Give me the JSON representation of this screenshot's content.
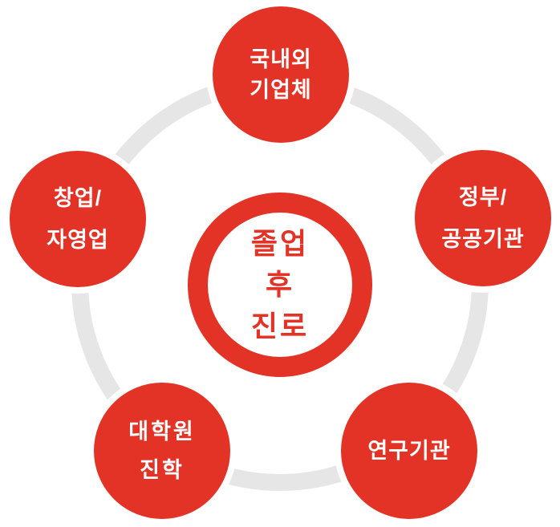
{
  "colors": {
    "node_red": "#e33226",
    "ring_gray": "#e6e6e6",
    "node_text": "#ffffff",
    "center_text": "#e33226",
    "background": "#ffffff"
  },
  "center": {
    "lines": [
      "졸업",
      "후",
      "진로"
    ]
  },
  "nodes": {
    "top": {
      "line1": "국내외",
      "line2": "기업체"
    },
    "right": {
      "line1": "정부/",
      "line2": "공공기관"
    },
    "left": {
      "line1": "창업/",
      "line2": "자영업"
    },
    "bottom_left": {
      "line1": "대학원",
      "line2": "진학"
    },
    "bottom_right": {
      "line1": "연구기관"
    }
  }
}
